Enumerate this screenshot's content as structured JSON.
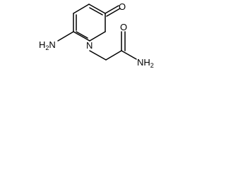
{
  "molecule": {
    "atoms": {
      "ring_oxygen": "O",
      "ring_nitrogen": "N",
      "amine": {
        "symbol": "H",
        "subscript": "2",
        "tail": "N"
      },
      "carbonyl_oxygen": "O",
      "amide": {
        "symbol": "NH",
        "subscript": "2"
      }
    }
  }
}
